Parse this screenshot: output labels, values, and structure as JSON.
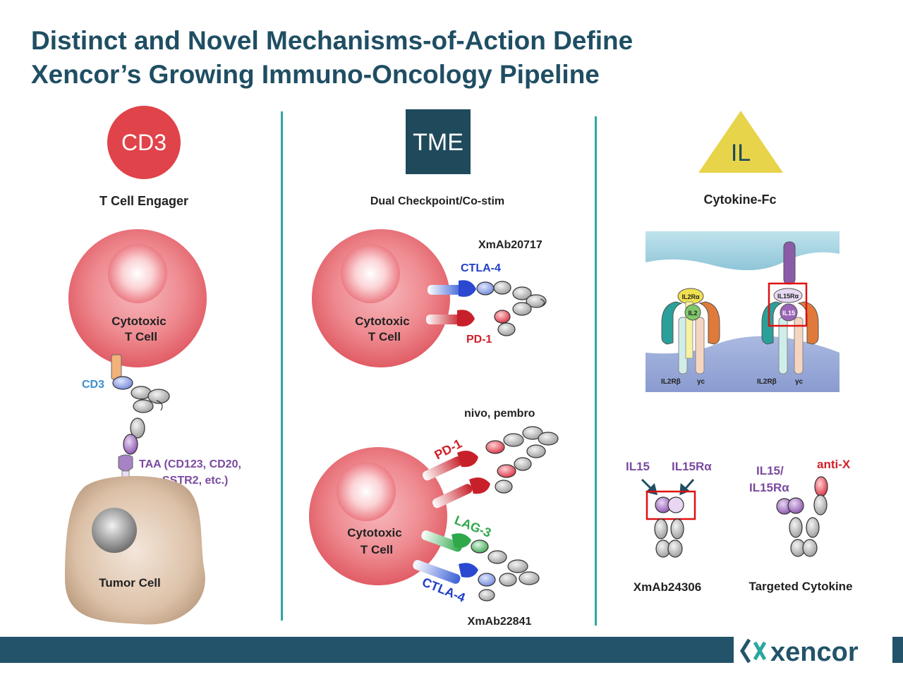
{
  "title": {
    "line1": "Distinct and Novel Mechanisms-of-Action Define",
    "line2": "Xencor’s Growing Immuno-Oncology Pipeline"
  },
  "colors": {
    "title": "#1f4e63",
    "separator": "#2aa7a0",
    "cd3_badge": "#e0434a",
    "tme_badge": "#1f4a5c",
    "il_badge": "#e8d44a",
    "footer": "#22536a",
    "pd1": "#d0202a",
    "ctla4": "#2040c8",
    "lag3": "#2fa84a",
    "taa": "#7a4aa0",
    "cd3_label": "#3a8fd0"
  },
  "left": {
    "badge": "CD3",
    "heading": "T Cell Engager",
    "cell_label_1": "Cytotoxic",
    "cell_label_2": "T Cell",
    "cd3_label": "CD3",
    "taa_line1": "TAA (CD123, CD20,",
    "taa_line2": "SSTR2, etc.)",
    "tumor_label": "Tumor Cell"
  },
  "middle": {
    "badge": "TME",
    "heading": "Dual Checkpoint/Co-stim",
    "top_drug": "XmAb20717",
    "top_ctla4": "CTLA-4",
    "top_pd1": "PD-1",
    "top_cell_1": "Cytotoxic",
    "top_cell_2": "T Cell",
    "bottom_ref": "nivo, pembro",
    "bottom_pd1": "PD-1",
    "bottom_lag3": "LAG-3",
    "bottom_ctla4": "CTLA-4",
    "bottom_cell_1": "Cytotoxic",
    "bottom_cell_2": "T Cell",
    "bottom_drug": "XmAb22841"
  },
  "right": {
    "badge": "IL",
    "heading": "Cytokine-Fc",
    "il2ra": "IL2Rα",
    "il2": "IL2",
    "il15ra_small": "IL15Rα",
    "il15_small": "IL15",
    "il2rb_1": "IL2Rβ",
    "gc_1": "γc",
    "il2rb_2": "IL2Rβ",
    "gc_2": "γc",
    "il15": "IL15",
    "il15ra": "IL15Rα",
    "il15_slash_1": "IL15/",
    "il15_slash_2": "IL15Rα",
    "anti_x": "anti-X",
    "drug_1": "XmAb24306",
    "drug_2": "Targeted Cytokine"
  },
  "logo": {
    "text": "xencor"
  }
}
